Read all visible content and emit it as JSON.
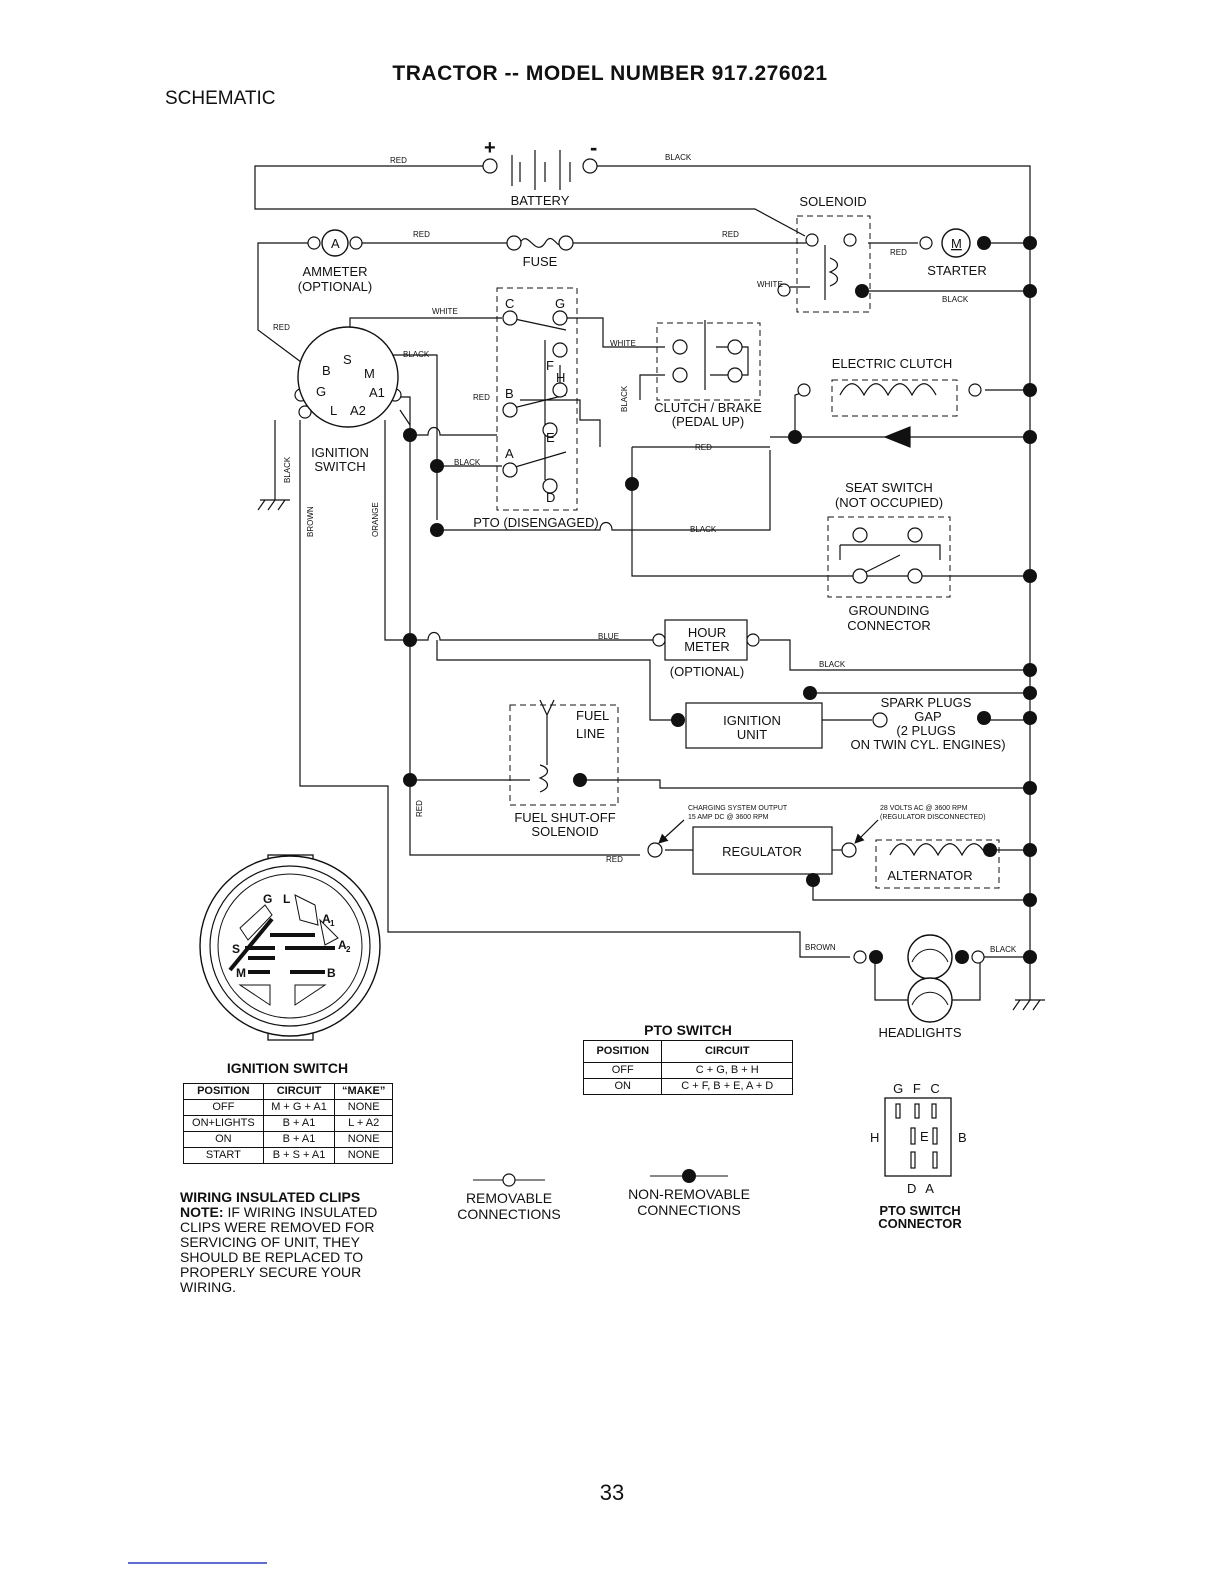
{
  "header": {
    "title": "TRACTOR -- MODEL NUMBER 917.276021",
    "section": "SCHEMATIC"
  },
  "components": {
    "battery": "BATTERY",
    "solenoid": "SOLENOID",
    "ammeter": "AMMETER",
    "ammeter_opt": "(OPTIONAL)",
    "fuse": "FUSE",
    "starter": "STARTER",
    "electric_clutch": "ELECTRIC CLUTCH",
    "clutch_brake": "CLUTCH / BRAKE",
    "pedal_up": "(PEDAL UP)",
    "ignition_switch_1": "IGNITION",
    "ignition_switch_2": "SWITCH",
    "pto_disengaged": "PTO (DISENGAGED)",
    "seat_switch": "SEAT SWITCH",
    "not_occupied": "(NOT OCCUPIED)",
    "grounding_1": "GROUNDING",
    "grounding_2": "CONNECTOR",
    "hour_1": "HOUR",
    "hour_2": "METER",
    "hour_opt": "(OPTIONAL)",
    "ign_unit_1": "IGNITION",
    "ign_unit_2": "UNIT",
    "spark_1": "SPARK PLUGS",
    "spark_2": "GAP",
    "spark_3": "(2 PLUGS",
    "spark_4": "ON TWIN CYL. ENGINES)",
    "fuel_1": "FUEL",
    "fuel_2": "LINE",
    "fuel_sol_1": "FUEL SHUT-OFF",
    "fuel_sol_2": "SOLENOID",
    "charge_1": "CHARGING SYSTEM OUTPUT",
    "charge_2": "15 AMP DC @ 3600 RPM",
    "volts_1": "28 VOLTS AC @ 3600 RPM",
    "volts_2": "(REGULATOR DISCONNECTED)",
    "regulator": "REGULATOR",
    "alternator": "ALTERNATOR",
    "headlights": "HEADLIGHTS"
  },
  "wire_labels": {
    "red": "RED",
    "black": "BLACK",
    "white": "WHITE",
    "blue": "BLUE",
    "brown": "BROWN",
    "orange": "ORANGE"
  },
  "terminals": {
    "s": "S",
    "b": "B",
    "m": "M",
    "g": "G",
    "a1": "A1",
    "l": "L",
    "a2": "A2",
    "a": "A",
    "plus": "+",
    "minus": "-",
    "motor": "M",
    "pto_c": "C",
    "pto_g": "G",
    "pto_f": "F",
    "pto_h": "H",
    "pto_b": "B",
    "pto_e": "E",
    "pto_a": "A",
    "pto_d": "D"
  },
  "switch_face": {
    "g": "G",
    "l": "L",
    "a1": "A",
    "a1_sub": "1",
    "a2": "A",
    "a2_sub": "2",
    "s": "S",
    "m": "M",
    "b": "B"
  },
  "ignition_table": {
    "title": "IGNITION SWITCH",
    "headers": [
      "POSITION",
      "CIRCUIT",
      "“MAKE”"
    ],
    "rows": [
      [
        "OFF",
        "M + G + A1",
        "NONE"
      ],
      [
        "ON+LIGHTS",
        "B + A1",
        "L + A2"
      ],
      [
        "ON",
        "B + A1",
        "NONE"
      ],
      [
        "START",
        "B + S + A1",
        "NONE"
      ]
    ]
  },
  "pto_table": {
    "title": "PTO SWITCH",
    "headers": [
      "POSITION",
      "CIRCUIT"
    ],
    "rows": [
      [
        "OFF",
        "C + G, B + H"
      ],
      [
        "ON",
        "C + F, B + E, A + D"
      ]
    ]
  },
  "note": {
    "heading": "WIRING INSULATED CLIPS",
    "prefix": "NOTE:",
    "text": " IF WIRING INSULATED CLIPS WERE REMOVED FOR SERVICING OF UNIT, THEY SHOULD BE REPLACED TO PROPERLY SECURE YOUR WIRING."
  },
  "legend": {
    "removable_1": "REMOVABLE",
    "removable_2": "CONNECTIONS",
    "nonremovable_1": "NON-REMOVABLE",
    "nonremovable_2": "CONNECTIONS"
  },
  "pto_connector": {
    "top": "G F C",
    "left": "H",
    "center": "E",
    "right": "B",
    "bottom": "D A",
    "title_1": "PTO SWITCH",
    "title_2": "CONNECTOR"
  },
  "footer": {
    "page_number": "33"
  }
}
